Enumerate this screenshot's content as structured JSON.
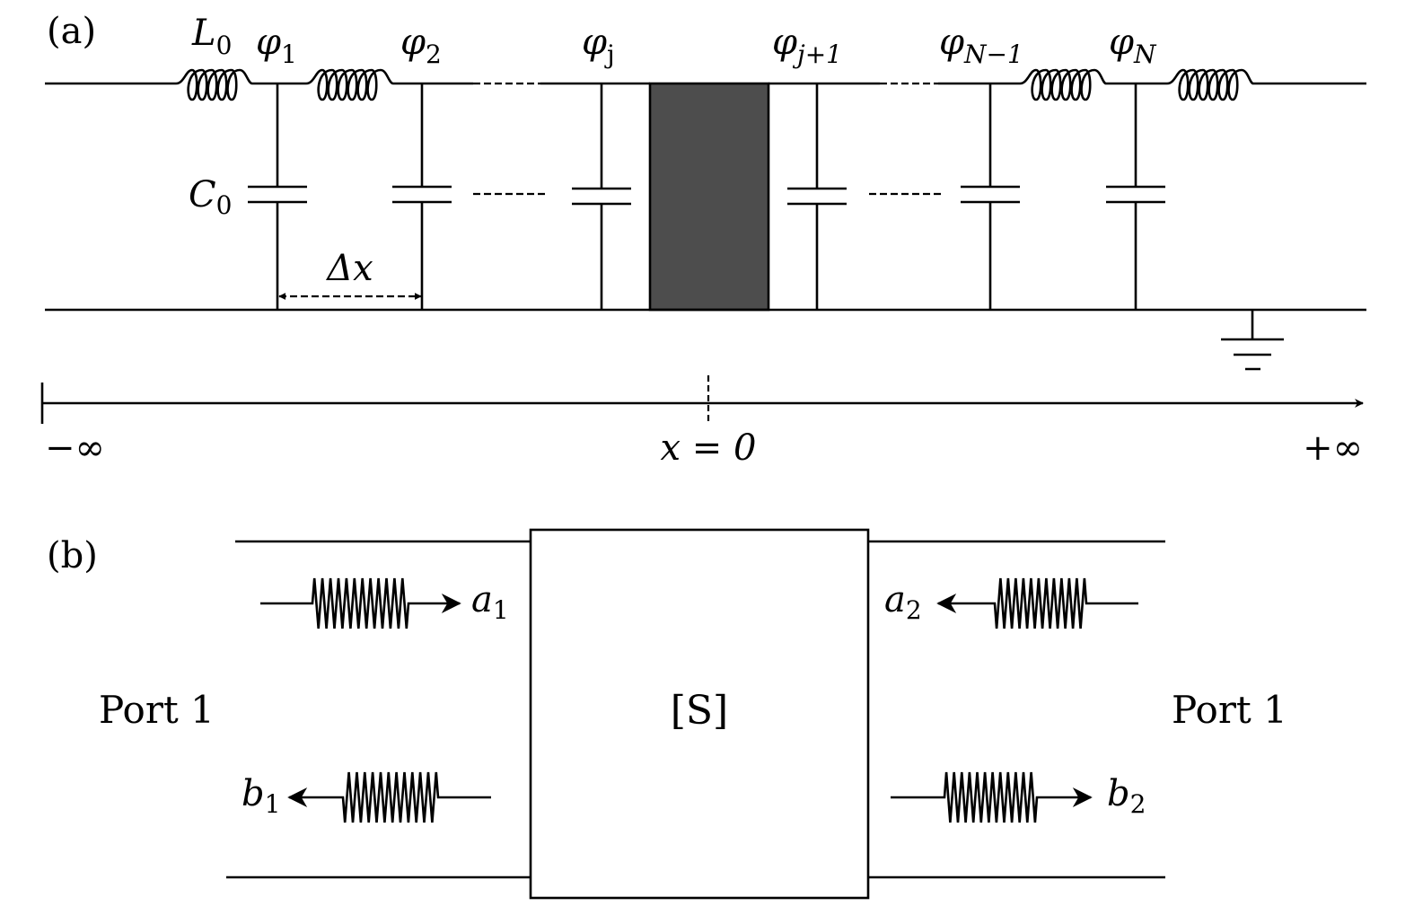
{
  "panel_a": {
    "label": "(a)",
    "inductor_label": {
      "main": "L",
      "sub": "0"
    },
    "capacitor_label": {
      "main": "C",
      "sub": "0"
    },
    "node_labels": [
      {
        "main": "φ",
        "sub": "1"
      },
      {
        "main": "φ",
        "sub": "2"
      },
      {
        "main": "φ",
        "sub": "j"
      },
      {
        "main": "φ",
        "sub": "j+1"
      },
      {
        "main": "φ",
        "sub": "N−1"
      },
      {
        "main": "φ",
        "sub": "N"
      }
    ],
    "spacing_label": "Δx",
    "axis": {
      "left_label": "−∞",
      "center_label": "x = 0",
      "right_label": "+∞"
    }
  },
  "panel_b": {
    "label": "(b)",
    "left_port_label": "Port 1",
    "right_port_label": "Port 1",
    "matrix_label": "[S]",
    "waves": [
      {
        "main": "a",
        "sub": "1"
      },
      {
        "main": "b",
        "sub": "1"
      },
      {
        "main": "a",
        "sub": "2"
      },
      {
        "main": "b",
        "sub": "2"
      }
    ]
  },
  "colors": {
    "line": "#000000",
    "scatterer": "#4d4d4d",
    "background": "#ffffff"
  }
}
